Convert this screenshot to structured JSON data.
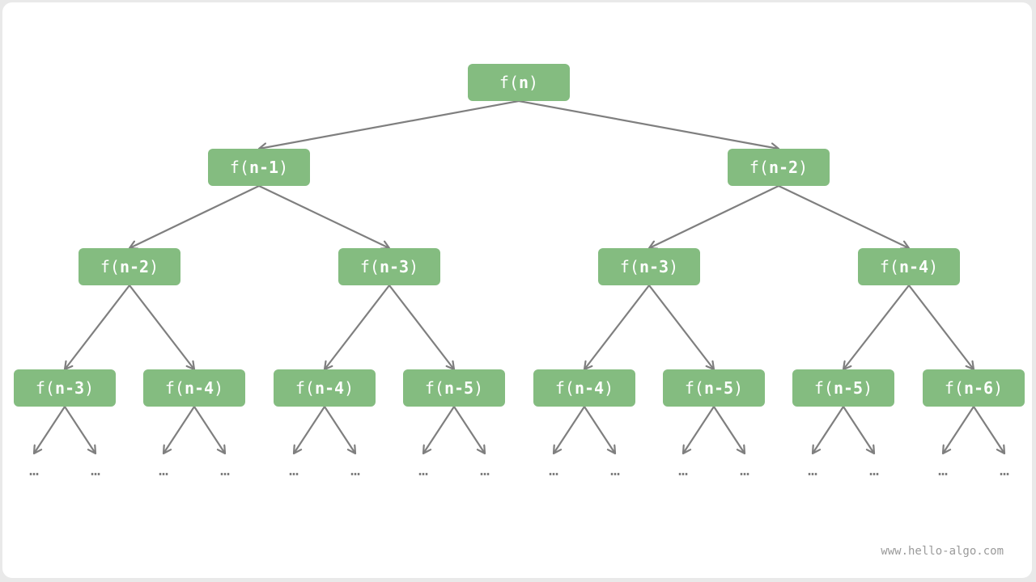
{
  "diagram": {
    "nodes": [
      {
        "id": "root",
        "prefix": "f(",
        "arg": "n",
        "suffix": ")"
      },
      {
        "id": "l1a",
        "prefix": "f(",
        "arg": "n-1",
        "suffix": ")"
      },
      {
        "id": "l1b",
        "prefix": "f(",
        "arg": "n-2",
        "suffix": ")"
      },
      {
        "id": "l2a",
        "prefix": "f(",
        "arg": "n-2",
        "suffix": ")"
      },
      {
        "id": "l2b",
        "prefix": "f(",
        "arg": "n-3",
        "suffix": ")"
      },
      {
        "id": "l2c",
        "prefix": "f(",
        "arg": "n-3",
        "suffix": ")"
      },
      {
        "id": "l2d",
        "prefix": "f(",
        "arg": "n-4",
        "suffix": ")"
      },
      {
        "id": "l3a",
        "prefix": "f(",
        "arg": "n-3",
        "suffix": ")"
      },
      {
        "id": "l3b",
        "prefix": "f(",
        "arg": "n-4",
        "suffix": ")"
      },
      {
        "id": "l3c",
        "prefix": "f(",
        "arg": "n-4",
        "suffix": ")"
      },
      {
        "id": "l3d",
        "prefix": "f(",
        "arg": "n-5",
        "suffix": ")"
      },
      {
        "id": "l3e",
        "prefix": "f(",
        "arg": "n-4",
        "suffix": ")"
      },
      {
        "id": "l3f",
        "prefix": "f(",
        "arg": "n-5",
        "suffix": ")"
      },
      {
        "id": "l3g",
        "prefix": "f(",
        "arg": "n-5",
        "suffix": ")"
      },
      {
        "id": "l3h",
        "prefix": "f(",
        "arg": "n-6",
        "suffix": ")"
      }
    ],
    "edges": [
      [
        "root",
        "l1a"
      ],
      [
        "root",
        "l1b"
      ],
      [
        "l1a",
        "l2a"
      ],
      [
        "l1a",
        "l2b"
      ],
      [
        "l1b",
        "l2c"
      ],
      [
        "l1b",
        "l2d"
      ],
      [
        "l2a",
        "l3a"
      ],
      [
        "l2a",
        "l3b"
      ],
      [
        "l2b",
        "l3c"
      ],
      [
        "l2b",
        "l3d"
      ],
      [
        "l2c",
        "l3e"
      ],
      [
        "l2c",
        "l3f"
      ],
      [
        "l2d",
        "l3g"
      ],
      [
        "l2d",
        "l3h"
      ]
    ],
    "ellipsis": "…"
  },
  "colors": {
    "node_fill": "#84bc80",
    "node_text": "#ffffff",
    "edge": "#7f7f7f"
  },
  "watermark": "www.hello-algo.com"
}
